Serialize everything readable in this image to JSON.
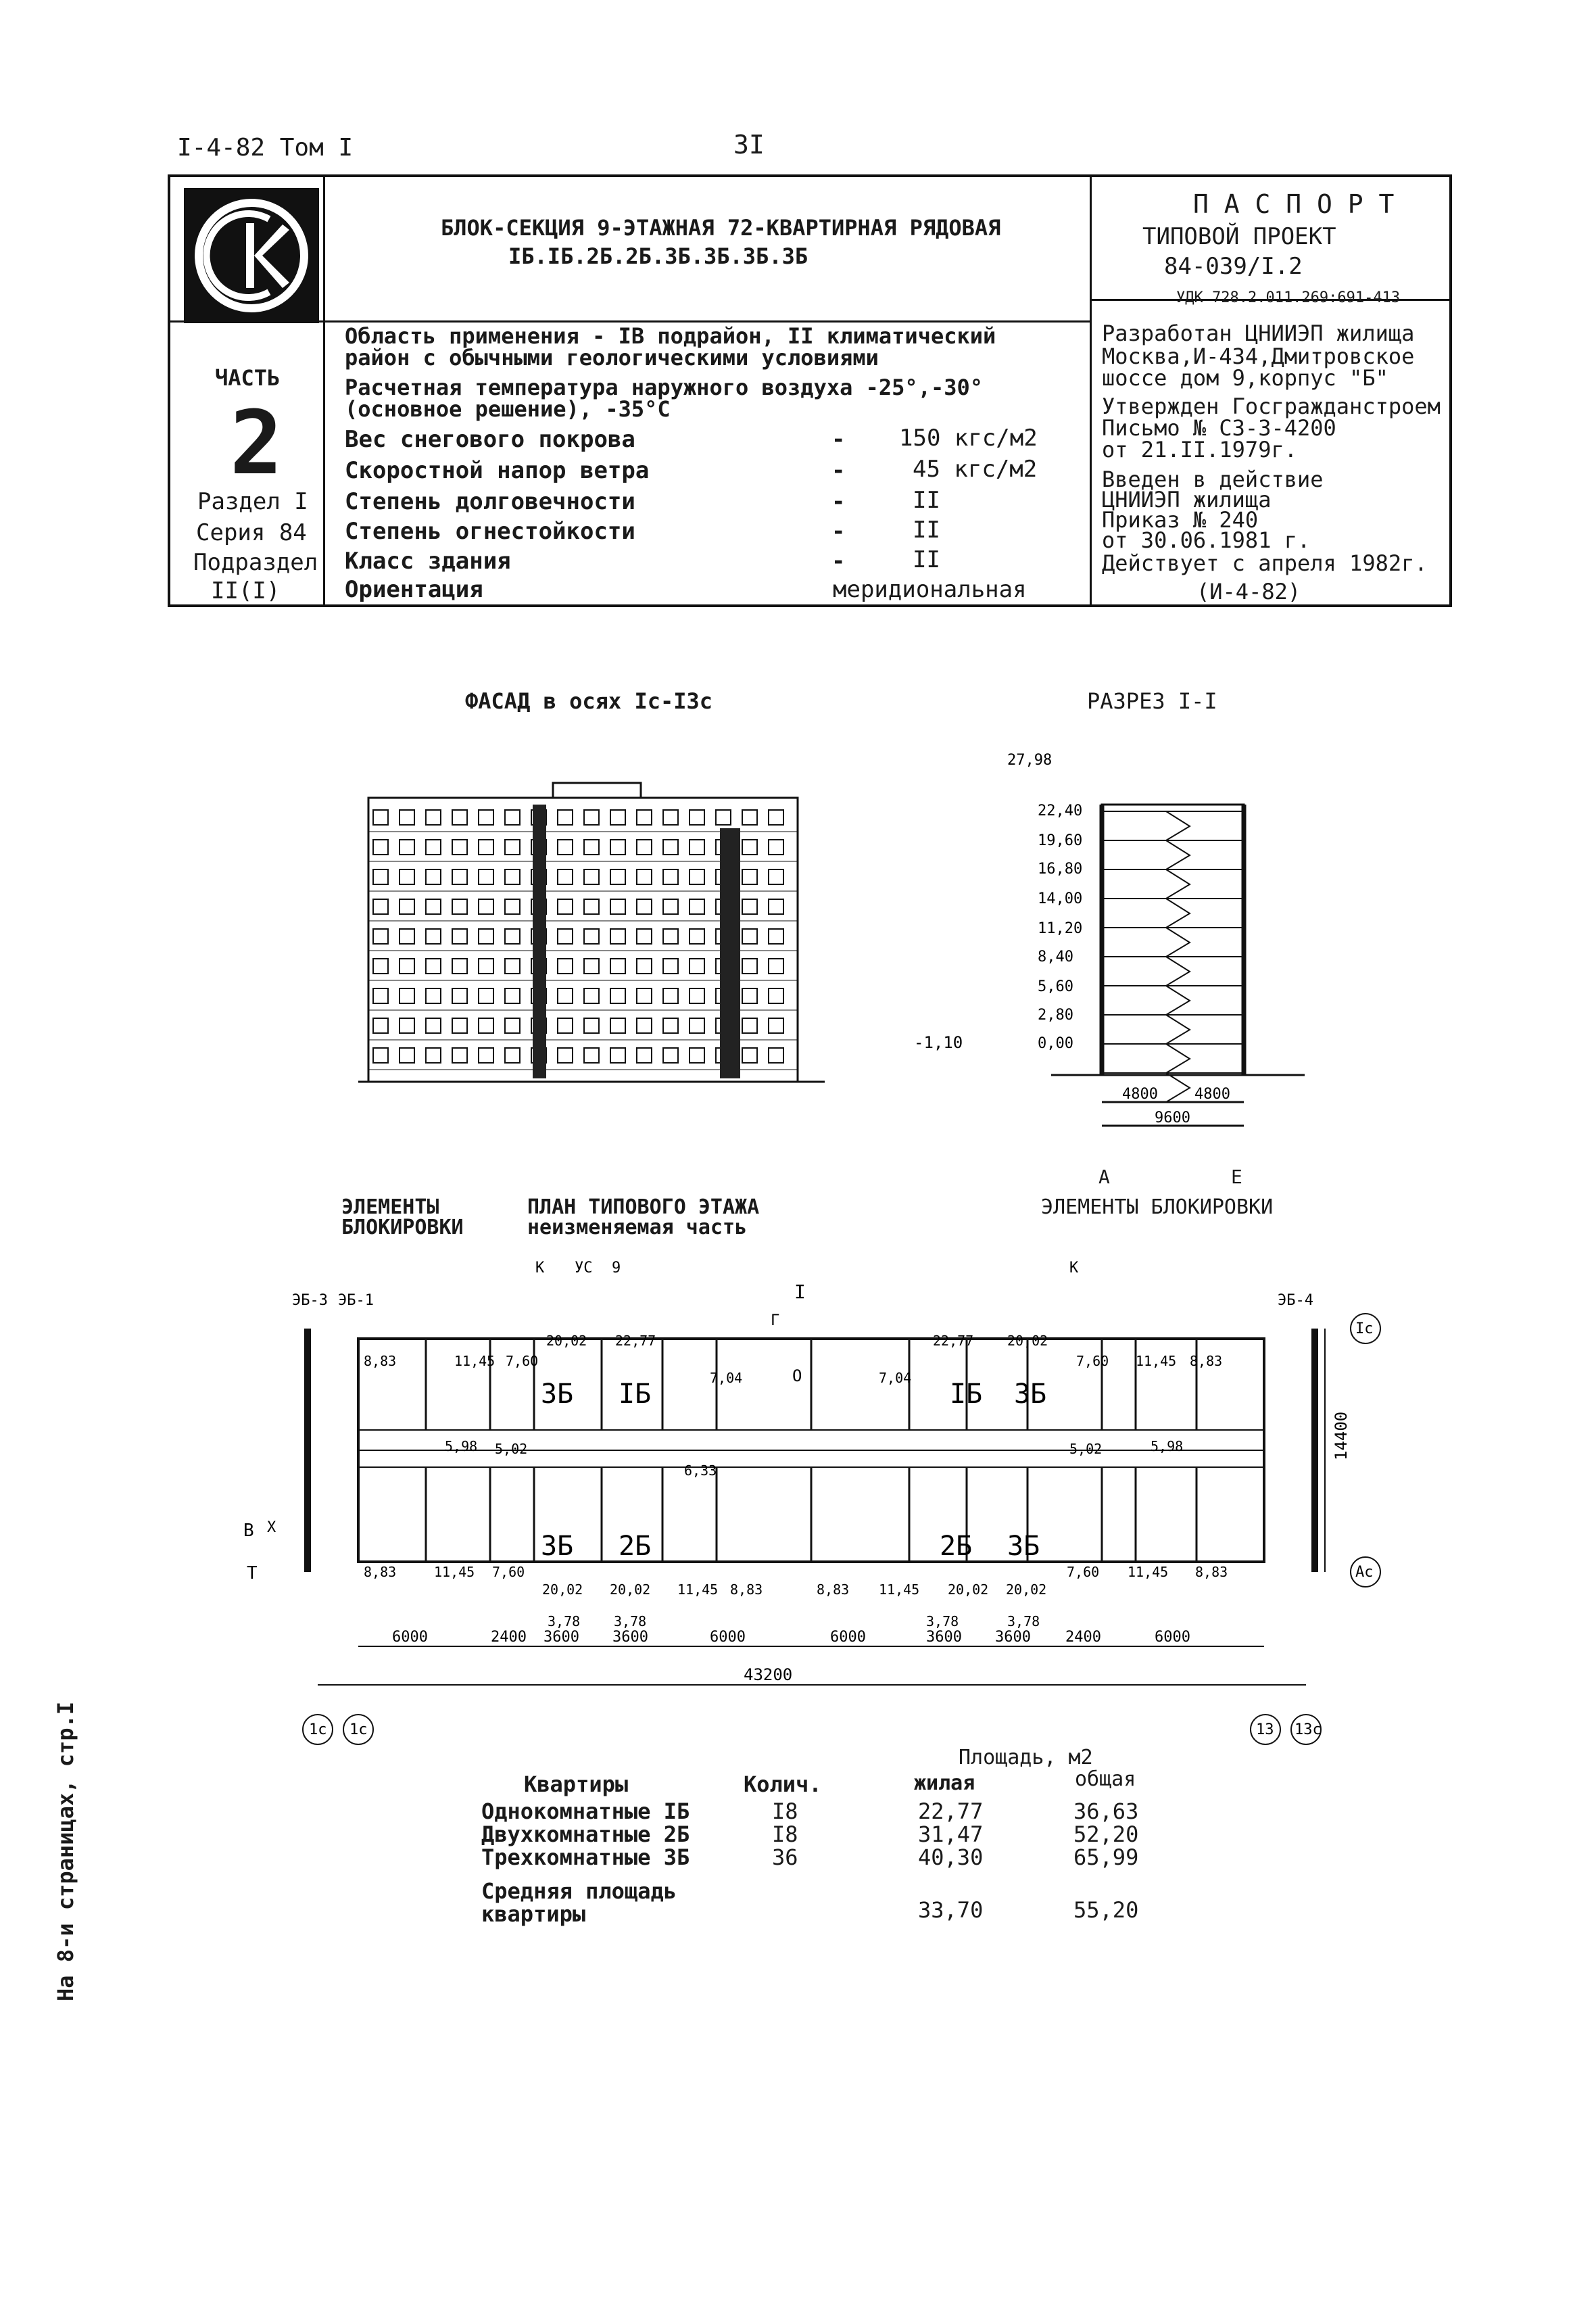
{
  "header": {
    "doc_ref": "I-4-82 Том I",
    "page_number": "3I"
  },
  "passport": {
    "logo_text": "СК",
    "title_line1": "БЛОК-СЕКЦИЯ 9-ЭТАЖНАЯ 72-КВАРТИРНАЯ РЯДОВАЯ",
    "title_line2": "IБ.IБ.2Б.2Б.3Б.3Б.3Б.3Б",
    "right_title": "П А С П О Р Т",
    "right_sub1": "ТИПОВОЙ ПРОЕКТ",
    "right_sub2": "84-039/I.2",
    "udk": "УДК 728.2.011.269:691-413",
    "part_label": "ЧАСТЬ",
    "part_number": "2",
    "section": "Раздел I",
    "series": "Серия 84",
    "subsection": "Подраздел",
    "subsection_num": "II(I)",
    "scope_line1": "Область применения - IВ подрайон, II   климатический",
    "scope_line2": "район  с обычными геологическими условиями",
    "temp_line1": "Расчетная температура наружного воздуха -25°,-30°",
    "temp_line2": "(основное решение), -35°С",
    "params": [
      {
        "label": "Вес снегового покрова",
        "dash": "-",
        "value": "150 кгс/м2"
      },
      {
        "label": "Скоростной напор ветра",
        "dash": "-",
        "value": "45 кгс/м2"
      },
      {
        "label": "Степень долговечности",
        "dash": "-",
        "value": "II"
      },
      {
        "label": "Степень огнестойкости",
        "dash": "-",
        "value": "II"
      },
      {
        "label": "Класс здания",
        "dash": "-",
        "value": "II"
      },
      {
        "label": "Ориентация",
        "dash": "",
        "value": "меридиональная"
      }
    ],
    "dev_lines": [
      "Разработан ЦНИИЭП жилища",
      "Москва,И-434,Дмитровское",
      "шоссе дом 9,корпус \"Б\""
    ],
    "approved_lines": [
      "Утвержден Госгражданстроем",
      "Письмо № С3-3-4200",
      "от 21.II.1979г."
    ],
    "intro_lines": [
      "Введен в действие",
      "ЦНИИЭП жилища",
      "Приказ № 240",
      "от 30.06.1981 г."
    ],
    "valid_line": "Действует с апреля 1982г.",
    "valid_ref": "(И-4-82)"
  },
  "drawings": {
    "facade_title": "ФАСАД в осях Iс-I3с",
    "section_title": "РАЗРЕЗ I-I",
    "section_levels": [
      "27,98",
      "22,40",
      "19,60",
      "16,80",
      "14,00",
      "11,20",
      "8,40",
      "5,60",
      "2,80",
      "0,00",
      "-1,10"
    ],
    "section_dims": [
      "4800",
      "4800",
      "9600"
    ],
    "section_axes": [
      "А",
      "Е"
    ],
    "plan_left_label": [
      "ЭЛЕМЕНТЫ",
      "БЛОКИРОВКИ"
    ],
    "plan_title": [
      "ПЛАН ТИПОВОГО ЭТАЖА",
      "неизменяемая часть"
    ],
    "plan_right_label": "ЭЛЕМЕНТЫ БЛОКИРОВКИ",
    "plan_tags": [
      "ЭБ-3",
      "ЭБ-1",
      "ЭБ-4",
      "К",
      "УС",
      "9",
      "Г",
      "I",
      "В",
      "Х",
      "Т",
      "О"
    ],
    "plan_axes": [
      "Iс",
      "Ас",
      "1с",
      "1с",
      "13",
      "13с"
    ],
    "flat_types_top": [
      "3Б",
      "IБ",
      "IБ",
      "3Б"
    ],
    "flat_types_bottom": [
      "3Б",
      "2Б",
      "2Б",
      "3Б"
    ],
    "room_areas_top": [
      "8,83",
      "11,45",
      "7,60",
      "20,02",
      "22,77",
      "7,04",
      "7,04",
      "22,77",
      "20,02",
      "7,60",
      "11,45",
      "8,83"
    ],
    "room_areas_mid": [
      "5,98",
      "5,02",
      "6,33",
      "5,02",
      "5,98"
    ],
    "room_areas_bottom": [
      "8,83",
      "11,45",
      "7,60",
      "20,02",
      "20,02",
      "11,45",
      "8,83",
      "8,83",
      "11,45",
      "20,02",
      "20,02",
      "7,60",
      "11,45",
      "8,83"
    ],
    "room_areas_balc": [
      "3,78",
      "3,78",
      "3,78",
      "3,78"
    ],
    "dims_bottom": [
      "6000",
      "2400",
      "3600",
      "3600",
      "6000",
      "6000",
      "3600",
      "3600",
      "2400",
      "6000"
    ],
    "dim_total": "43200",
    "dim_depth": "14400"
  },
  "flats_table": {
    "area_header": "Площадь, м2",
    "col_flats": "Квартиры",
    "col_count": "Колич.",
    "col_living": "жилая",
    "col_total": "общая",
    "rows": [
      {
        "name": "Однокомнатные IБ",
        "count": "I8",
        "living": "22,77",
        "total": "36,63"
      },
      {
        "name": "Двухкомнатные 2Б",
        "count": "I8",
        "living": "31,47",
        "total": "52,20"
      },
      {
        "name": "Трехкомнатные 3Б",
        "count": "36",
        "living": "40,30",
        "total": "65,99"
      }
    ],
    "avg_label1": "Средняя площадь",
    "avg_label2": "квартиры",
    "avg_living": "33,70",
    "avg_total": "55,20"
  },
  "margin_note": "На 8-и страницах, стр.I"
}
